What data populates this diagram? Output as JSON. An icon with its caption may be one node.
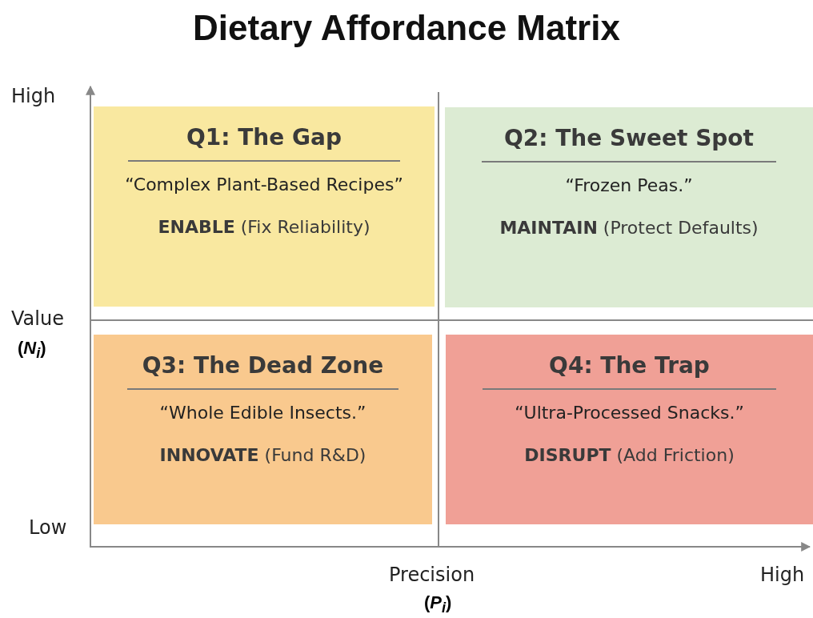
{
  "diagram": {
    "title": "Dietary Affordance Matrix",
    "nodes": [
      {
        "text": [
          "Q1: The Gap",
          "“Complex Plant-Based Recipes”",
          "**ENABLE** (Fix Reliability)"
        ]
      },
      {
        "text": [
          "Q2: The Sweet Spot",
          "“Frozen Peas.”",
          "**MAINTAIN** (Protect Defaults)"
        ]
      },
      {
        "text": [
          "Q3: The Dead Zone",
          "“Whole Edible Insects.”",
          "**INNOVATE** (Fund R&D)"
        ]
      },
      {
        "text": [
          "Q4: The Trap",
          "“Ultra-Processed Snacks.”",
          "**DISRUPT** (Add Friction)"
        ]
      }
    ],
    "labels": [
      "High",
      "Value",
      "(*N*$_{i}$)",
      "Low",
      "Precision",
      "High",
      "(*P*$_{i}$)"
    ]
  }
}
